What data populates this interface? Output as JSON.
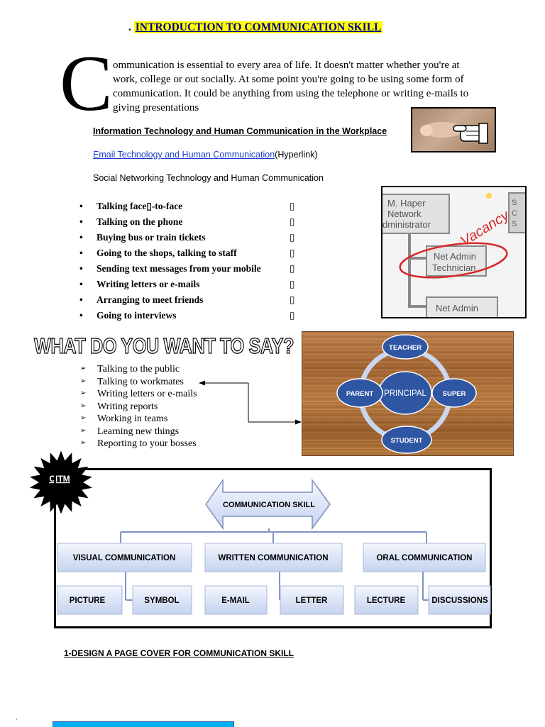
{
  "title": {
    "prefix": ".",
    "text": "INTRODUCTION TO COMMUNICATION SKILL"
  },
  "intro": {
    "drop_cap": "C",
    "paragraph": "ommunication is essential to every area of life. It doesn't matter whether you're at work, college or out socially. At some point you're going to be using some form of communication. It could be anything from using the telephone or writing e-mails to giving presentations"
  },
  "headings": {
    "it_workplace": "Information Technology and Human Communication in the Workplace",
    "email_link": "Email Technology and Human Communication",
    "email_suffix": "(Hyperlink)",
    "social": "Social Networking Technology and Human Communication"
  },
  "bullets": {
    "marker": "•",
    "checkbox": "▯",
    "items": [
      "Talking face▯-to-face",
      "Talking on the phone",
      "Buying bus or train tickets",
      "Going to the shops, talking to staff",
      "Sending text messages from your mobile",
      "Writing letters or e-mails",
      "Arranging to meet friends",
      "Going to interviews"
    ]
  },
  "org_image": {
    "box1": [
      "M. Haper",
      "Network",
      "dministrator"
    ],
    "box2": [
      "Net Admin",
      "Technician"
    ],
    "box3": "Net Admin",
    "stamp": "Vacancy",
    "side_letters": [
      "S",
      "C",
      "S"
    ]
  },
  "say_heading": "WHAT DO YOU WANT TO SAY?",
  "say_list": {
    "marker": "➢",
    "items": [
      "Talking to the public",
      "Talking to workmates",
      "Writing letters or e-mails",
      "Writing reports",
      "Working in teams",
      "Learning new things",
      "Reporting to your bosses"
    ]
  },
  "cycle": {
    "center": "PRINCIPAL",
    "top": "TEACHER",
    "left": "PARENT",
    "right": "SUPER",
    "bottom": "STUDENT"
  },
  "diagram": {
    "badge": "CITM",
    "root": "COMMUNICATION SKILL",
    "branches": [
      {
        "label": "VISUAL COMMUNICATION",
        "children": [
          "PICTURE",
          "SYMBOL"
        ]
      },
      {
        "label": "WRITTEN COMMUNICATION",
        "children": [
          "E-MAIL",
          "LETTER"
        ]
      },
      {
        "label": "ORAL COMMUNICATION",
        "children": [
          "LECTURE",
          "DISCUSSIONS"
        ]
      }
    ]
  },
  "task": "1-DESIGN A PAGE COVER FOR COMMUNICATION SKILL",
  "footer_mark": "´",
  "colors": {
    "title_highlight": "#ffff00",
    "title_text": "#00008b",
    "link": "#1d3ccc",
    "node_fill": "#2f56a3",
    "box_fill_top": "#f3f6fd",
    "box_fill_bottom": "#c5d3f0",
    "footer_box": "#00b0f0"
  }
}
